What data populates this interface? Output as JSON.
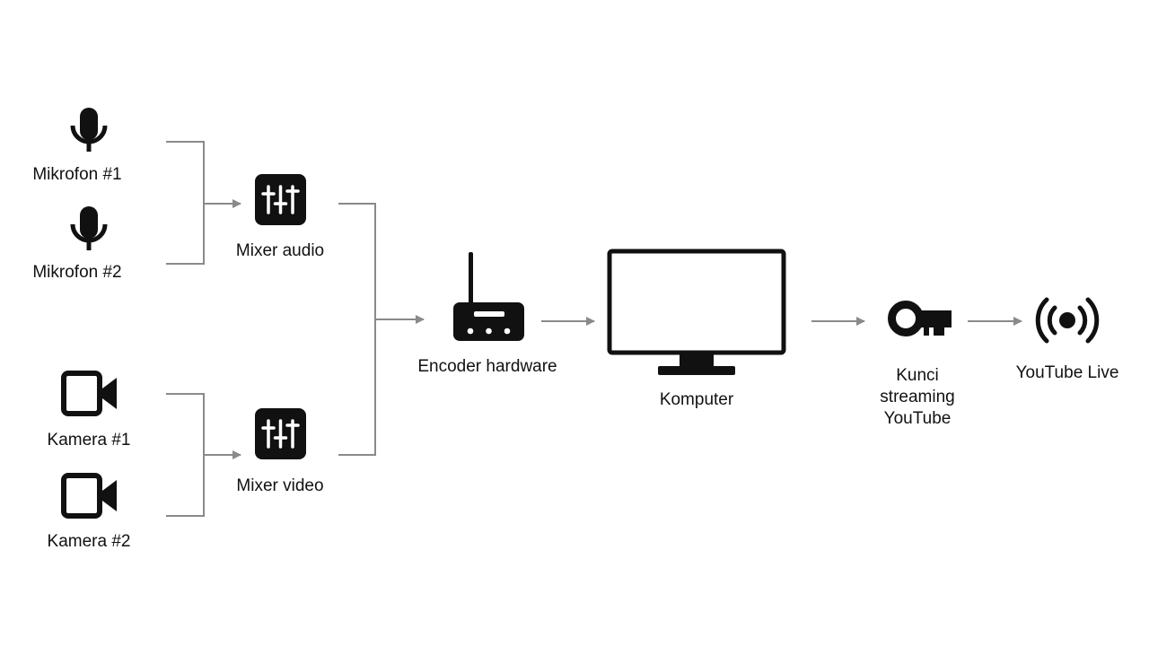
{
  "nodes": {
    "mic1": {
      "label": "Mikrofon #1",
      "icon": "microphone-icon"
    },
    "mic2": {
      "label": "Mikrofon #2",
      "icon": "microphone-icon"
    },
    "cam1": {
      "label": "Kamera #1",
      "icon": "video-camera-icon"
    },
    "cam2": {
      "label": "Kamera #2",
      "icon": "video-camera-icon"
    },
    "mixer_audio": {
      "label": "Mixer audio",
      "icon": "mixer-sliders-icon"
    },
    "mixer_video": {
      "label": "Mixer video",
      "icon": "mixer-sliders-icon"
    },
    "encoder": {
      "label": "Encoder hardware",
      "icon": "hardware-encoder-icon"
    },
    "computer": {
      "label": "Komputer",
      "icon": "monitor-icon"
    },
    "stream_key": {
      "label_lines": [
        "Kunci",
        "streaming",
        "YouTube"
      ],
      "icon": "key-icon"
    },
    "youtube_live": {
      "label": "YouTube Live",
      "icon": "live-broadcast-icon"
    }
  },
  "colors": {
    "connector": "#8a8a8a",
    "icon": "#111111"
  }
}
